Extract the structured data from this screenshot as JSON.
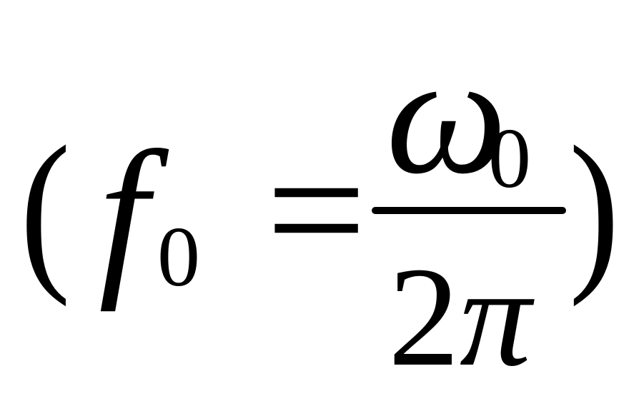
{
  "formula": {
    "open_paren": "(",
    "lhs_variable": "f",
    "lhs_subscript": "0",
    "equals": "=",
    "numerator_symbol": "ω",
    "numerator_subscript": "0",
    "denominator_coefficient": "2",
    "denominator_symbol": "π",
    "close_paren": ")"
  },
  "colors": {
    "ink": "#000000",
    "background": "#ffffff"
  }
}
